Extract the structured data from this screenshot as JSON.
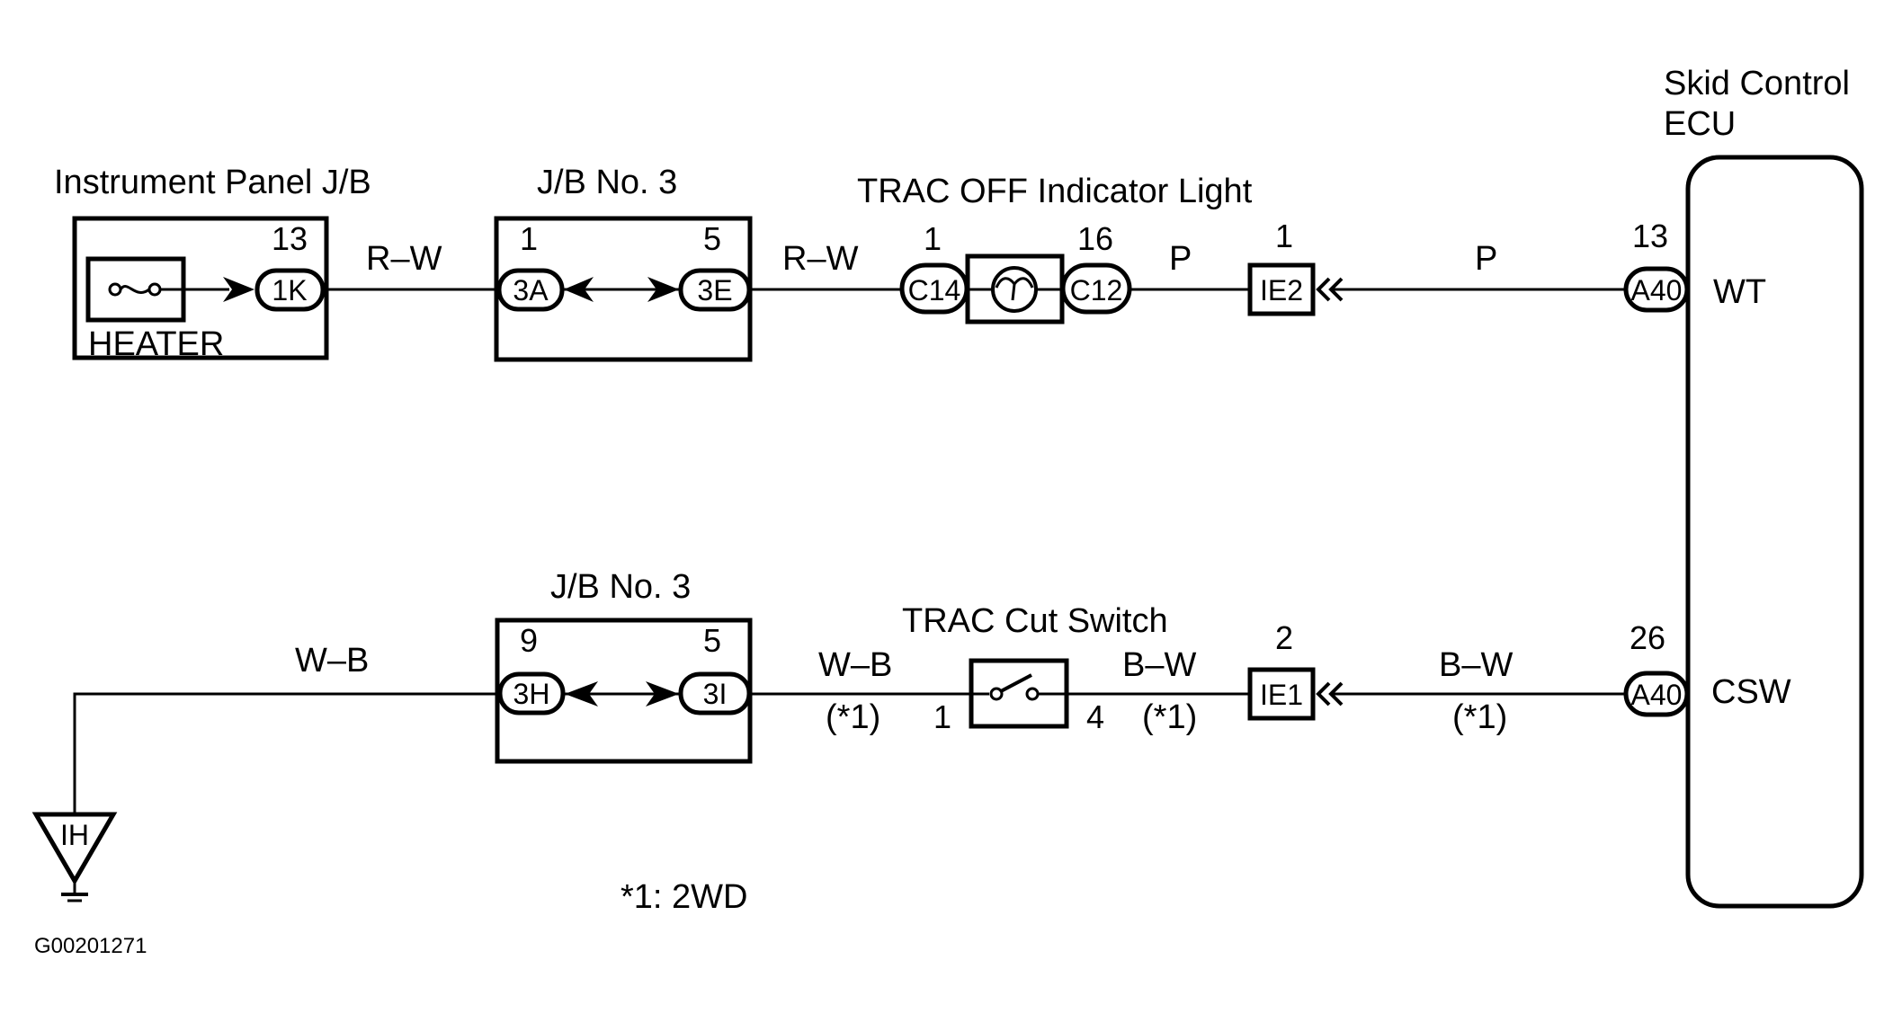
{
  "diagram": {
    "ecu": {
      "title_line1": "Skid Control",
      "title_line2": "ECU",
      "terminals": [
        {
          "pin": "13",
          "connector": "A40",
          "name": "WT"
        },
        {
          "pin": "26",
          "connector": "A40",
          "name": "CSW"
        }
      ]
    },
    "top_circuit": {
      "instrument_panel_jb": {
        "title": "Instrument Panel J/B",
        "fuse_label": "HEATER",
        "pin": "13",
        "connector": "1K"
      },
      "jb3": {
        "title": "J/B No. 3",
        "left_pin": "1",
        "left_connector": "3A",
        "right_pin": "5",
        "right_connector": "3E"
      },
      "indicator": {
        "title": "TRAC OFF Indicator Light",
        "left_pin": "1",
        "left_connector": "C14",
        "right_pin": "16",
        "right_connector": "C12"
      },
      "junction": {
        "pin": "1",
        "connector": "IE2"
      },
      "wires": {
        "w1": "R–W",
        "w2": "R–W",
        "w3": "P",
        "w4": "P"
      }
    },
    "bottom_circuit": {
      "ground": {
        "label": "IH"
      },
      "jb3": {
        "title": "J/B No. 3",
        "left_pin": "9",
        "left_connector": "3H",
        "right_pin": "5",
        "right_connector": "3I"
      },
      "switch": {
        "title": "TRAC Cut Switch",
        "left_pin": "1",
        "right_pin": "4"
      },
      "junction": {
        "pin": "2",
        "connector": "IE1"
      },
      "wires": {
        "w1": "W–B",
        "w2": "W–B",
        "w2_note": "(*1)",
        "w3": "B–W",
        "w3_note": "(*1)",
        "w4": "B–W",
        "w4_note": "(*1)"
      }
    },
    "footnote": "*1: 2WD",
    "figure_id": "G00201271"
  }
}
